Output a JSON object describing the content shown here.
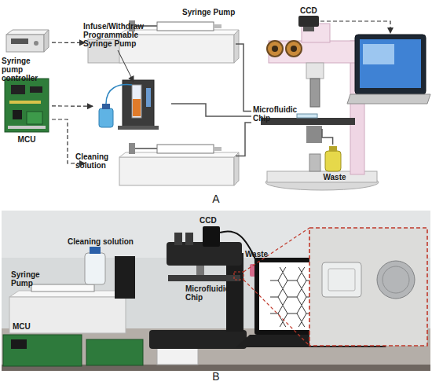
{
  "diagram": {
    "nodes": [
      {
        "text": [
          "Syringe pump controller"
        ]
      },
      {
        "text": [
          "MCU"
        ]
      },
      {
        "text": [
          "Syringe Pump"
        ]
      },
      {
        "text": [
          "Infuse/Withdraw Programmable Syringe Pump"
        ]
      },
      {
        "text": [
          "Cleaning solution"
        ]
      },
      {
        "text": [
          "CCD"
        ]
      },
      {
        "text": [
          "Microfluidic Chip"
        ]
      },
      {
        "text": [
          "Waste"
        ]
      }
    ],
    "edges": [
      {
        "from": 0,
        "to": 2,
        "arrow": "to"
      },
      {
        "from": 1,
        "to": 3,
        "arrow": "to"
      },
      {
        "from": 1,
        "to": 4,
        "arrow": "to"
      },
      {
        "from": 2,
        "to": 6,
        "arrow": "none"
      },
      {
        "from": 3,
        "to": 6,
        "arrow": "none"
      },
      {
        "from": 4,
        "to": 6,
        "arrow": "none"
      },
      {
        "from": 6,
        "to": 7,
        "arrow": "none"
      }
    ],
    "labels": [
      "A",
      "CCD",
      "Cleaning solution",
      "Microfluidic Chip",
      "Waste",
      "Syringe Pump",
      "MCU",
      "B"
    ]
  }
}
